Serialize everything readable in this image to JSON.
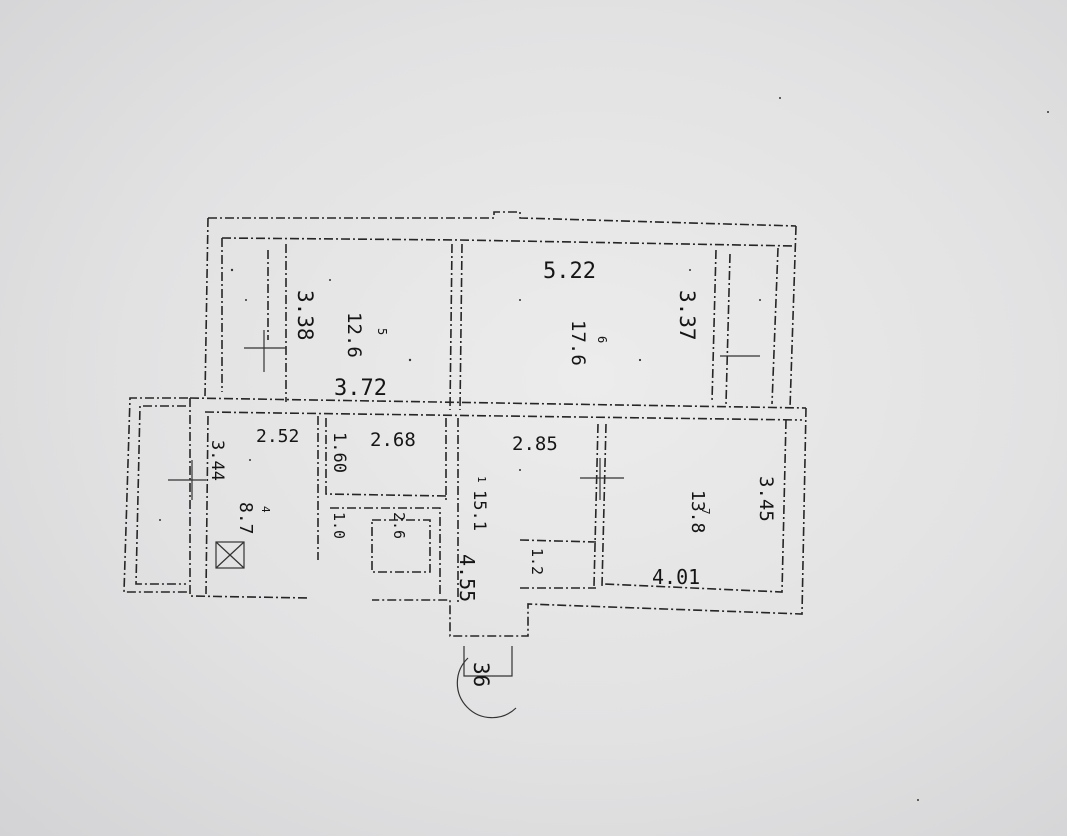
{
  "plan": {
    "dimensions": {
      "top_middle": "5.22",
      "left_room_depth": "3.38",
      "right_room_depth": "3.37",
      "left_room_width": "3.72",
      "lower_left_width": "2.52",
      "lower_left_depth": "3.44",
      "small_room_width": "2.68",
      "small_room_depth": "1.60",
      "hall_width": "2.85",
      "hall_length": "4.55",
      "lower_right_depth": "3.45",
      "lower_right_width": "4.01"
    },
    "rooms": {
      "room_5_area": "12.6",
      "room_5_num": "5",
      "room_6_area": "17.6",
      "room_6_num": "6",
      "room_4_area": "8.7",
      "room_4_num": "4",
      "room_7_area": "13.8",
      "room_7_num": "7",
      "hall_area": "15.1",
      "hall_num": "1",
      "wc_area": "1.0",
      "bath_area": "2.6",
      "closet_area": "1.2"
    },
    "stamp": "36"
  }
}
